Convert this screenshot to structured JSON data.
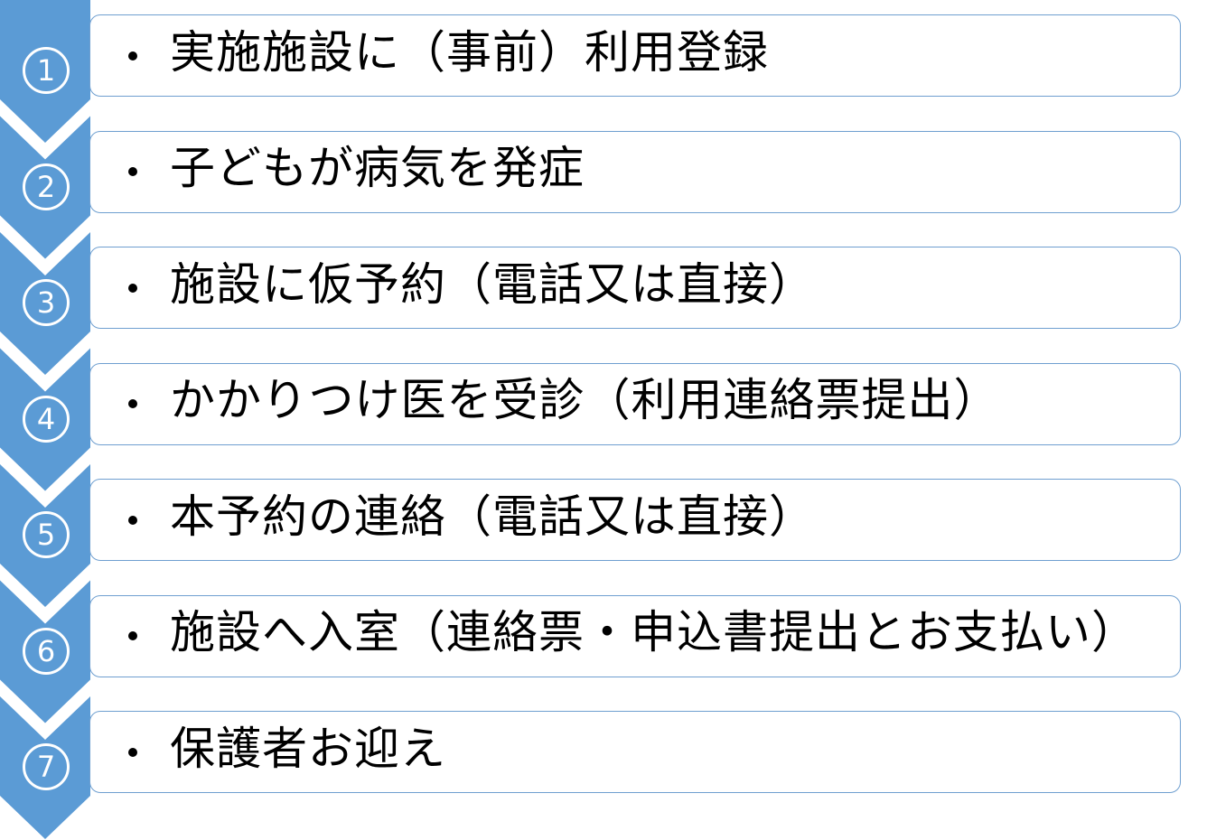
{
  "colors": {
    "chevron_fill": "#5b9bd5",
    "box_border": "#6f9fd0",
    "number_text": "#ffffff",
    "step_text": "#000000"
  },
  "steps": [
    {
      "number": "1",
      "text": "実施施設に（事前）利用登録"
    },
    {
      "number": "2",
      "text": "子どもが病気を発症"
    },
    {
      "number": "3",
      "text": "施設に仮予約（電話又は直接）"
    },
    {
      "number": "4",
      "text": "かかりつけ医を受診（利用連絡票提出）"
    },
    {
      "number": "5",
      "text": "本予約の連絡（電話又は直接）"
    },
    {
      "number": "6",
      "text": "施設へ入室（連絡票・申込書提出とお支払い）"
    },
    {
      "number": "7",
      "text": "保護者お迎え"
    }
  ]
}
